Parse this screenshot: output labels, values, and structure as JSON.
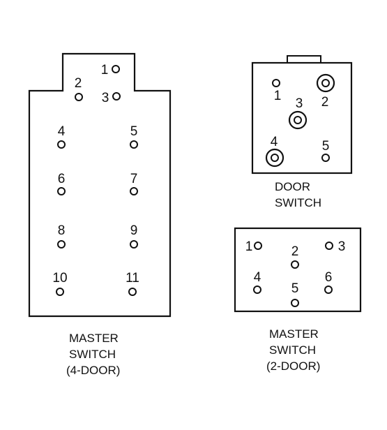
{
  "master_4door": {
    "caption": [
      "MASTER",
      "SWITCH",
      "(4-DOOR)"
    ],
    "pins": [
      "1",
      "2",
      "3",
      "4",
      "5",
      "6",
      "7",
      "8",
      "9",
      "10",
      "11"
    ]
  },
  "door_switch": {
    "caption": [
      "DOOR",
      "SWITCH"
    ],
    "pins": [
      "1",
      "2",
      "3",
      "4",
      "5"
    ]
  },
  "master_2door": {
    "caption": [
      "MASTER",
      "SWITCH",
      "(2-DOOR)"
    ],
    "pins": [
      "1",
      "2",
      "3",
      "4",
      "5",
      "6"
    ]
  },
  "colors": {
    "ink": "#111111",
    "background": "#ffffff"
  }
}
